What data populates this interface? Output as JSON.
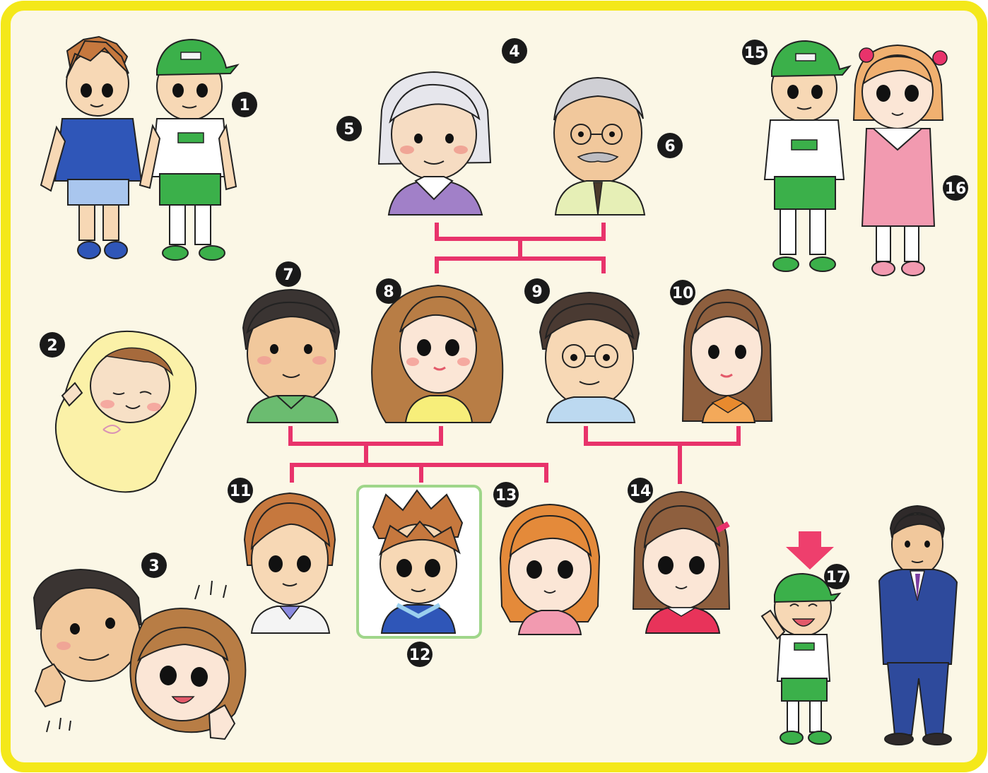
{
  "colors": {
    "frame_border": "#f4e81a",
    "background": "#fbf7e6",
    "connector": "#e8336b",
    "badge": "#1a1a1a",
    "badge_text": "#ffffff",
    "highlight_box": "#9fd68a",
    "arrow": "#ee3f6d"
  },
  "badges": [
    "1",
    "2",
    "3",
    "4",
    "5",
    "6",
    "7",
    "8",
    "9",
    "10",
    "11",
    "12",
    "13",
    "14",
    "15",
    "16",
    "17"
  ],
  "figures": {
    "pair_boy_left": {
      "icon": "boy-blue-hoodie-icon"
    },
    "pair_boy_right": {
      "icon": "boy-green-cap-uniform-icon"
    },
    "baby": {
      "icon": "baby-yellow-onesie-icon"
    },
    "parents_wave": {
      "icon": "waving-couple-icon"
    },
    "grandmother": {
      "icon": "grandmother-icon"
    },
    "grandfather": {
      "icon": "grandfather-glasses-icon"
    },
    "father": {
      "icon": "father-icon"
    },
    "mother": {
      "icon": "mother-curly-hair-icon"
    },
    "uncle": {
      "icon": "uncle-glasses-icon"
    },
    "aunt": {
      "icon": "aunt-long-hair-icon"
    },
    "older_brother": {
      "icon": "older-brother-icon"
    },
    "me": {
      "icon": "boy-me-highlighted-icon"
    },
    "sister": {
      "icon": "sister-pigtails-icon"
    },
    "cousin": {
      "icon": "cousin-girl-icon"
    },
    "classmate_boy": {
      "icon": "boy-green-cap-icon"
    },
    "classmate_girl": {
      "icon": "girl-pink-dress-icon"
    },
    "small_boy": {
      "icon": "small-boy-waving-icon"
    },
    "man_suit": {
      "icon": "man-blue-suit-icon"
    },
    "pointer_arrow": {
      "icon": "down-arrow-icon"
    }
  }
}
